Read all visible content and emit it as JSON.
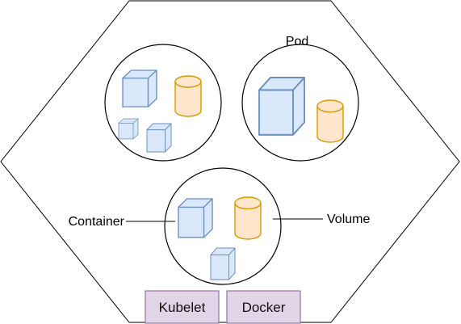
{
  "labels": {
    "pod": "Pod",
    "container": "Container",
    "volume": "Volume"
  },
  "components": {
    "kubelet": "Kubelet",
    "docker": "Docker"
  },
  "colors": {
    "node_fill": "#ffffff",
    "node_stroke": "#000000",
    "container_fill": "#dae8fc",
    "container_stroke": "#6c8ebf",
    "volume_fill": "#ffe6cc",
    "volume_stroke": "#d79b00",
    "component_fill": "#e1d5e7",
    "component_stroke": "#9673a6"
  },
  "icons": {
    "container": "cube-icon",
    "volume": "cylinder-icon"
  }
}
